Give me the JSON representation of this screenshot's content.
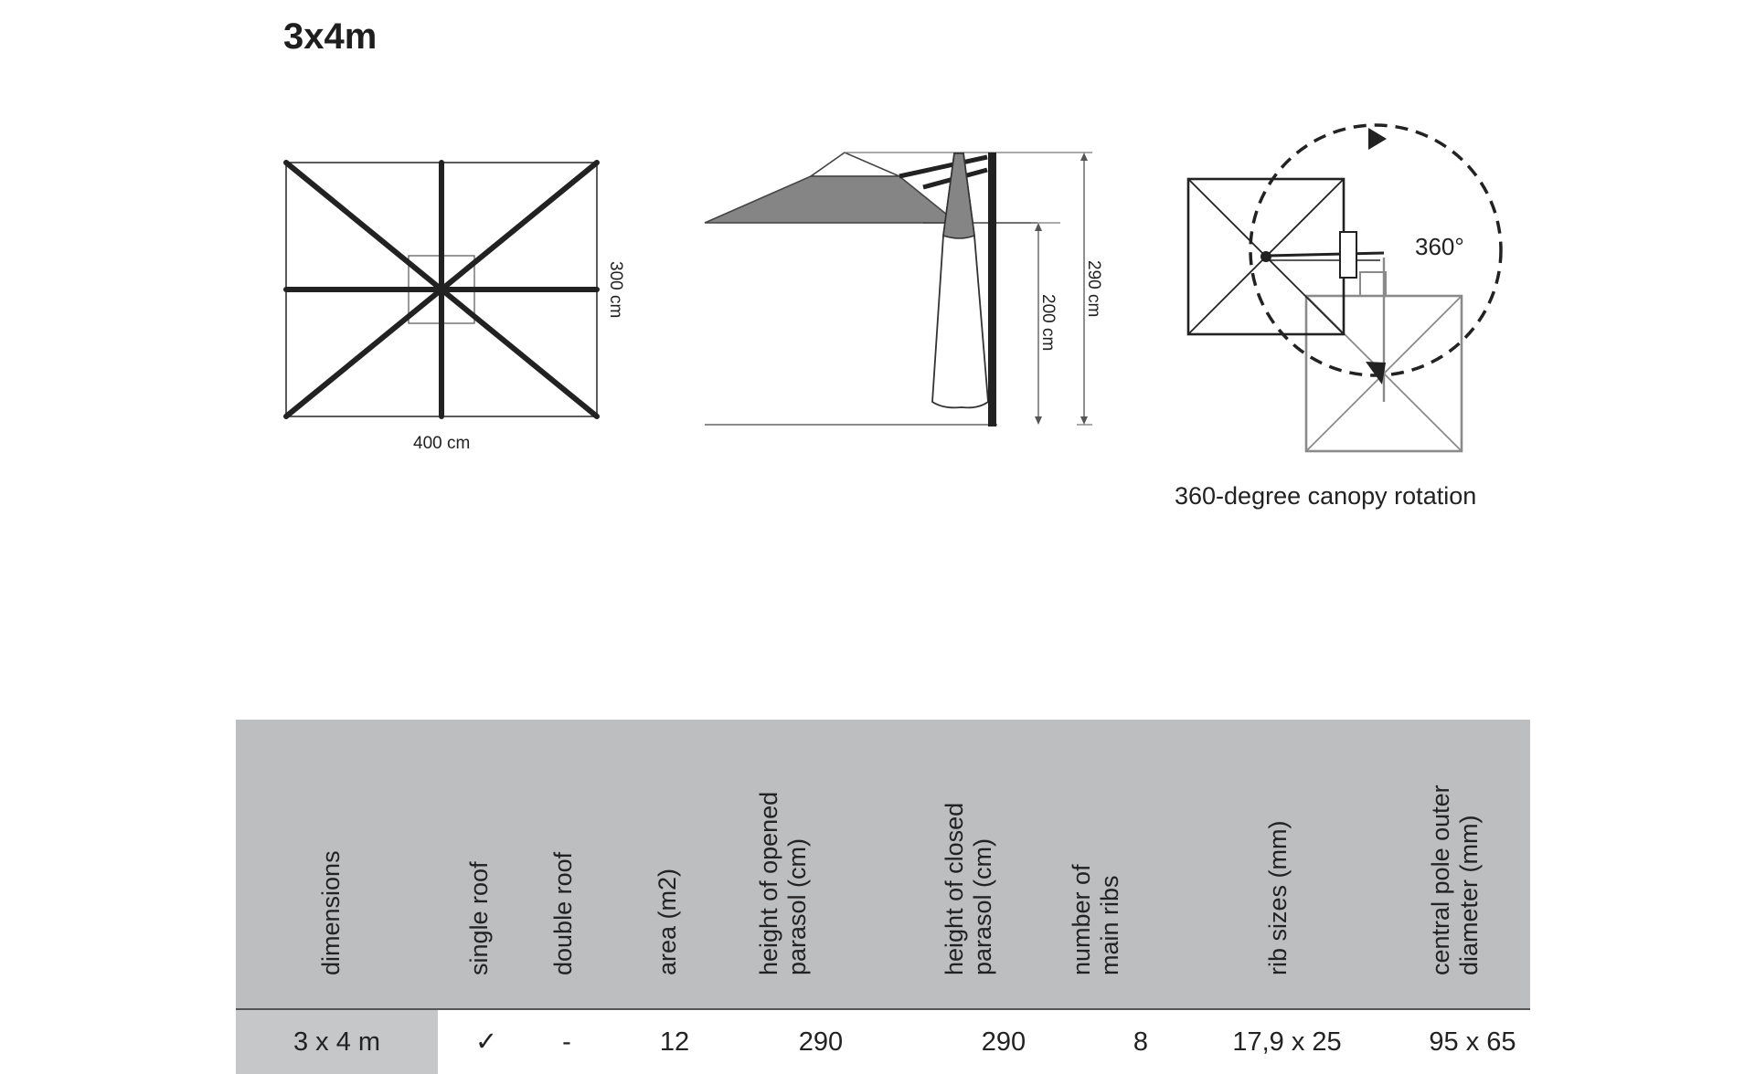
{
  "title": "3x4m",
  "top_view": {
    "width_label": "400 cm",
    "depth_label": "300 cm"
  },
  "side_view": {
    "closed_height_label": "200 cm",
    "open_height_label": "290 cm"
  },
  "rotation": {
    "degrees_label": "360°",
    "caption": "360-degree canopy rotation"
  },
  "table": {
    "headers": [
      "dimensions",
      "single roof",
      "double roof",
      "area (m2)",
      "height of opened\nparasol (cm)",
      "height of closed\nparasol (cm)",
      "number of\nmain ribs",
      "rib sizes (mm)",
      "central pole outer\ndiameter (mm)"
    ],
    "row": [
      "3 x 4 m",
      "✓",
      "-",
      "12",
      "290",
      "290",
      "8",
      "17,9 x 25",
      "95 x 65"
    ]
  }
}
